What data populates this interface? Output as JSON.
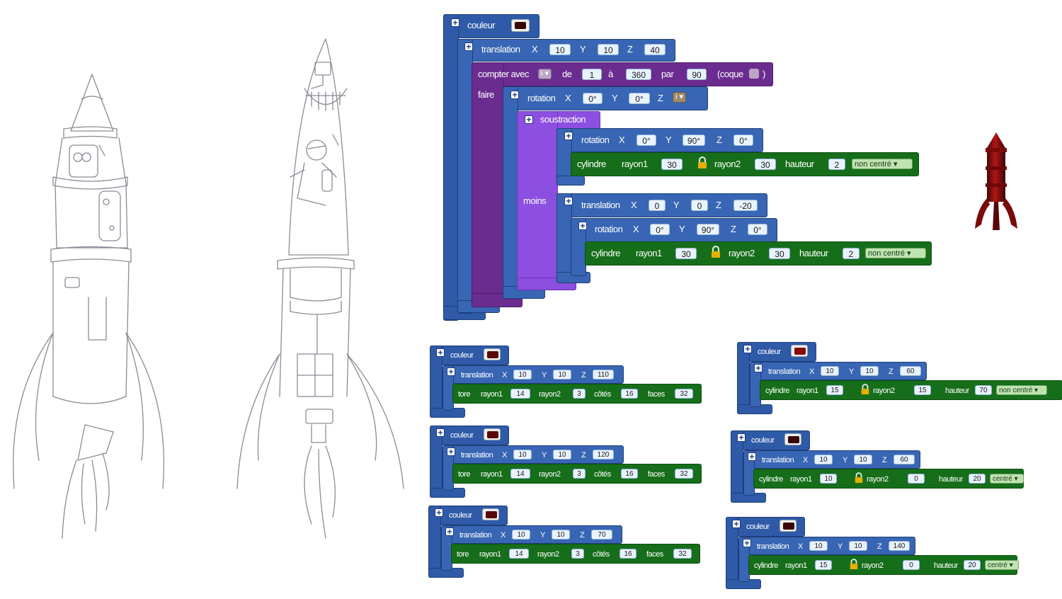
{
  "colors": {
    "color_dark": "#4a0a0a",
    "color_red": "#8a0a0a",
    "color_block": "#2e5aa8"
  },
  "main": {
    "couleur": "couleur",
    "translation": {
      "label": "translation",
      "x_lbl": "X",
      "x": "10",
      "y_lbl": "Y",
      "y": "10",
      "z_lbl": "Z",
      "z": "40"
    },
    "loop": {
      "label": "compter avec",
      "var": "i ▾",
      "de": "de",
      "from": "1",
      "a": "à",
      "to": "360",
      "par": "par",
      "step": "90",
      "coque": "(coque",
      "close": ")",
      "faire": "faire"
    },
    "rotation1": {
      "label": "rotation",
      "x_lbl": "X",
      "x": "0°",
      "y_lbl": "Y",
      "y": "0°",
      "z_lbl": "Z",
      "z": "i ▾"
    },
    "soustraction": "soustraction",
    "moins": "moins",
    "rotation2": {
      "label": "rotation",
      "x_lbl": "X",
      "x": "0°",
      "y_lbl": "Y",
      "y": "90°",
      "z_lbl": "Z",
      "z": "0°"
    },
    "cyl1": {
      "label": "cylindre",
      "r1_lbl": "rayon1",
      "r1": "30",
      "r2_lbl": "rayon2",
      "r2": "30",
      "h_lbl": "hauteur",
      "h": "2",
      "mode": "non centré ▾"
    },
    "translation2": {
      "label": "translation",
      "x_lbl": "X",
      "x": "0",
      "y_lbl": "Y",
      "y": "0",
      "z_lbl": "Z",
      "z": "-20"
    },
    "rotation3": {
      "label": "rotation",
      "x_lbl": "X",
      "x": "0°",
      "y_lbl": "Y",
      "y": "90°",
      "z_lbl": "Z",
      "z": "0°"
    },
    "cyl2": {
      "label": "cylindre",
      "r1_lbl": "rayon1",
      "r1": "30",
      "r2_lbl": "rayon2",
      "r2": "30",
      "h_lbl": "hauteur",
      "h": "2",
      "mode": "non centré ▾"
    }
  },
  "tores": [
    {
      "couleur": "couleur",
      "t": "translation",
      "x_lbl": "X",
      "x": "10",
      "y_lbl": "Y",
      "y": "10",
      "z_lbl": "Z",
      "z": "110",
      "shape": "tore",
      "r1_lbl": "rayon1",
      "r1": "14",
      "r2_lbl": "rayon2",
      "r2": "3",
      "cotes_lbl": "côtés",
      "cotes": "16",
      "faces_lbl": "faces",
      "faces": "32"
    },
    {
      "couleur": "couleur",
      "t": "translation",
      "x_lbl": "X",
      "x": "10",
      "y_lbl": "Y",
      "y": "10",
      "z_lbl": "Z",
      "z": "120",
      "shape": "tore",
      "r1_lbl": "rayon1",
      "r1": "14",
      "r2_lbl": "rayon2",
      "r2": "3",
      "cotes_lbl": "côtés",
      "cotes": "16",
      "faces_lbl": "faces",
      "faces": "32"
    },
    {
      "couleur": "couleur",
      "t": "translation",
      "x_lbl": "X",
      "x": "10",
      "y_lbl": "Y",
      "y": "10",
      "z_lbl": "Z",
      "z": "70",
      "shape": "tore",
      "r1_lbl": "rayon1",
      "r1": "14",
      "r2_lbl": "rayon2",
      "r2": "3",
      "cotes_lbl": "côtés",
      "cotes": "16",
      "faces_lbl": "faces",
      "faces": "32"
    }
  ],
  "cyls": [
    {
      "couleur": "couleur",
      "t": "translation",
      "x_lbl": "X",
      "x": "10",
      "y_lbl": "Y",
      "y": "10",
      "z_lbl": "Z",
      "z": "60",
      "shape": "cylindre",
      "r1_lbl": "rayon1",
      "r1": "15",
      "r2_lbl": "rayon2",
      "r2": "15",
      "h_lbl": "hauteur",
      "h": "70",
      "mode": "non centré ▾"
    },
    {
      "couleur": "couleur",
      "t": "translation",
      "x_lbl": "X",
      "x": "10",
      "y_lbl": "Y",
      "y": "10",
      "z_lbl": "Z",
      "z": "60",
      "shape": "cylindre",
      "r1_lbl": "rayon1",
      "r1": "10",
      "r2_lbl": "rayon2",
      "r2": "0",
      "h_lbl": "hauteur",
      "h": "20",
      "mode": "centré ▾"
    },
    {
      "couleur": "couleur",
      "t": "translation",
      "x_lbl": "X",
      "x": "10",
      "y_lbl": "Y",
      "y": "10",
      "z_lbl": "Z",
      "z": "140",
      "shape": "cylindre",
      "r1_lbl": "rayon1",
      "r1": "15",
      "r2_lbl": "rayon2",
      "r2": "0",
      "h_lbl": "hauteur",
      "h": "20",
      "mode": "centré ▾"
    }
  ]
}
